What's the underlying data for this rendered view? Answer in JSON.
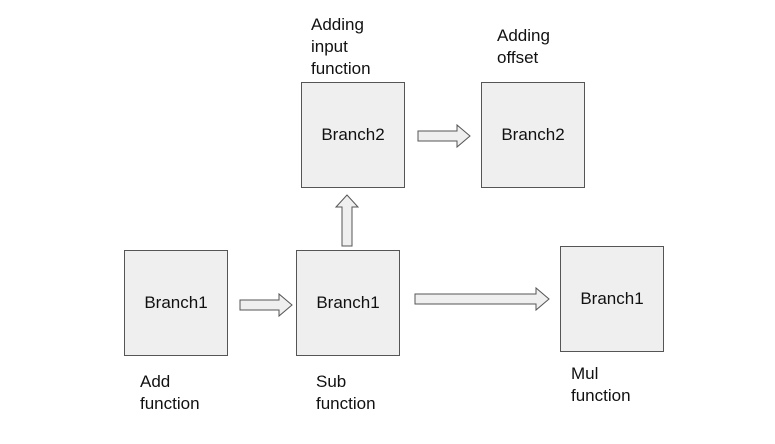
{
  "diagram": {
    "nodes": [
      {
        "id": "b2-input",
        "label": "Branch2",
        "caption": "Adding\ninput\nfunction"
      },
      {
        "id": "b2-offset",
        "label": "Branch2",
        "caption": "Adding\noffset"
      },
      {
        "id": "b1-add",
        "label": "Branch1",
        "caption": "Add\nfunction"
      },
      {
        "id": "b1-sub",
        "label": "Branch1",
        "caption": "Sub\nfunction"
      },
      {
        "id": "b1-mul",
        "label": "Branch1",
        "caption": "Mul\nfunction"
      }
    ],
    "edges": [
      {
        "from": "b1-add",
        "to": "b1-sub",
        "direction": "right"
      },
      {
        "from": "b1-sub",
        "to": "b2-input",
        "direction": "up"
      },
      {
        "from": "b2-input",
        "to": "b2-offset",
        "direction": "right"
      },
      {
        "from": "b1-sub",
        "to": "b1-mul",
        "direction": "right"
      }
    ]
  }
}
